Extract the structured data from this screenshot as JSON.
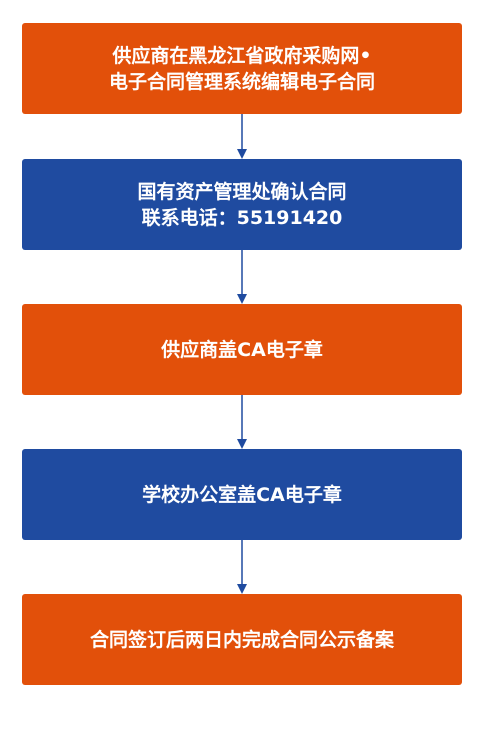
{
  "colors": {
    "orange": "#e2500a",
    "blue": "#1f4ba0",
    "arrow": "#1f4ba0"
  },
  "steps": [
    {
      "lines": [
        "供应商在黑龙江省政府采购网•",
        "电子合同管理系统编辑电子合同"
      ],
      "color": "orange"
    },
    {
      "lines": [
        "国有资产管理处确认合同",
        "联系电话：55191420"
      ],
      "color": "blue"
    },
    {
      "lines": [
        "供应商盖CA电子章"
      ],
      "color": "orange"
    },
    {
      "lines": [
        "学校办公室盖CA电子章"
      ],
      "color": "blue"
    },
    {
      "lines": [
        "合同签订后两日内完成合同公示备案"
      ],
      "color": "orange"
    }
  ]
}
